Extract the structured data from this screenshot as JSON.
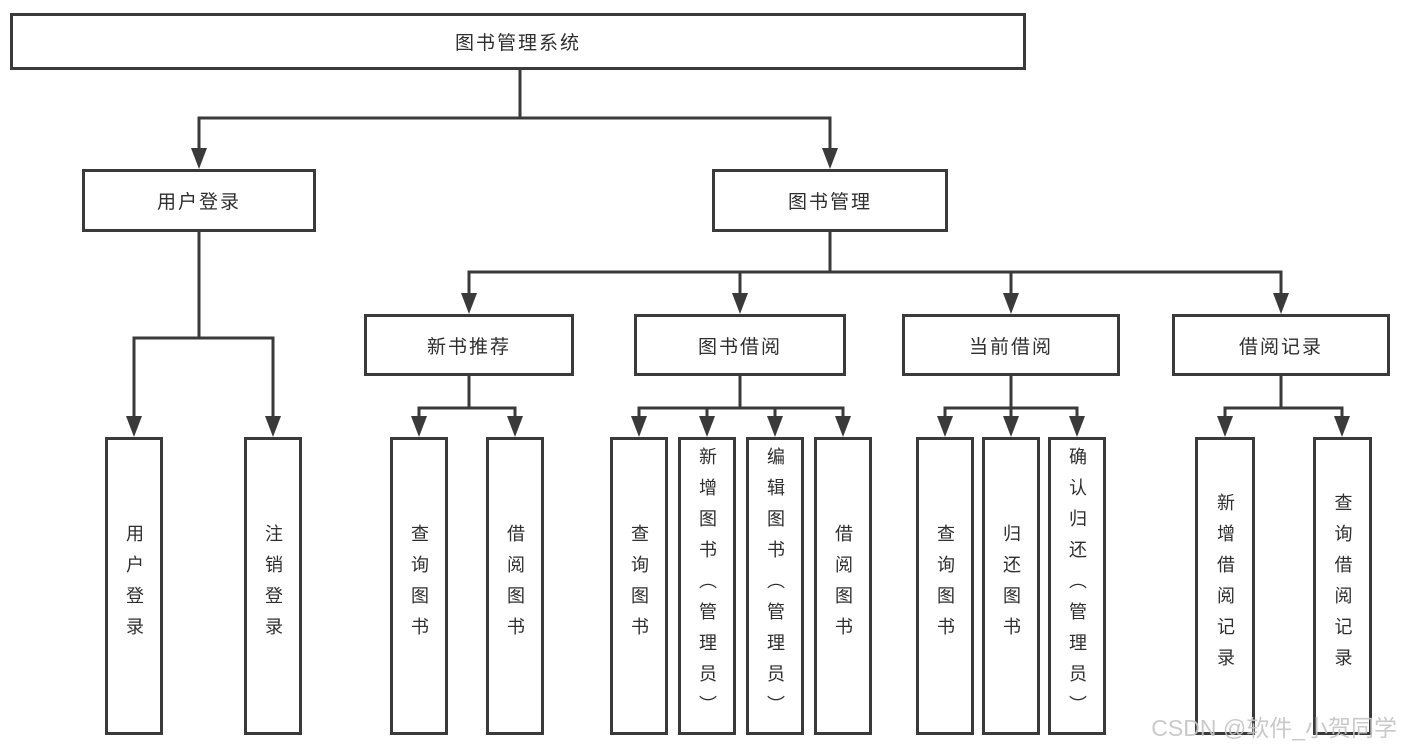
{
  "diagram_type": "hierarchy-tree",
  "colors": {
    "line": "#3a3a3a",
    "box_border": "#3a3a3a",
    "box_fill": "#ffffff",
    "text": "#2e2e2e",
    "watermark": "#c5c5c5"
  },
  "tree": {
    "label": "图书管理系统",
    "children": [
      {
        "label": "用户登录",
        "children": [
          {
            "label": "用户登录"
          },
          {
            "label": "注销登录"
          }
        ]
      },
      {
        "label": "图书管理",
        "children": [
          {
            "label": "新书推荐",
            "children": [
              {
                "label": "查询图书"
              },
              {
                "label": "借阅图书"
              }
            ]
          },
          {
            "label": "图书借阅",
            "children": [
              {
                "label": "查询图书"
              },
              {
                "label": "新增图书（管理员）"
              },
              {
                "label": "编辑图书（管理员）"
              },
              {
                "label": "借阅图书"
              }
            ]
          },
          {
            "label": "当前借阅",
            "children": [
              {
                "label": "查询图书"
              },
              {
                "label": "归还图书"
              },
              {
                "label": "确认归还（管理员）"
              }
            ]
          },
          {
            "label": "借阅记录",
            "children": [
              {
                "label": "新增借阅记录"
              },
              {
                "label": "查询借阅记录"
              }
            ]
          }
        ]
      }
    ]
  },
  "watermark": "CSDN @软件_小贺同学"
}
